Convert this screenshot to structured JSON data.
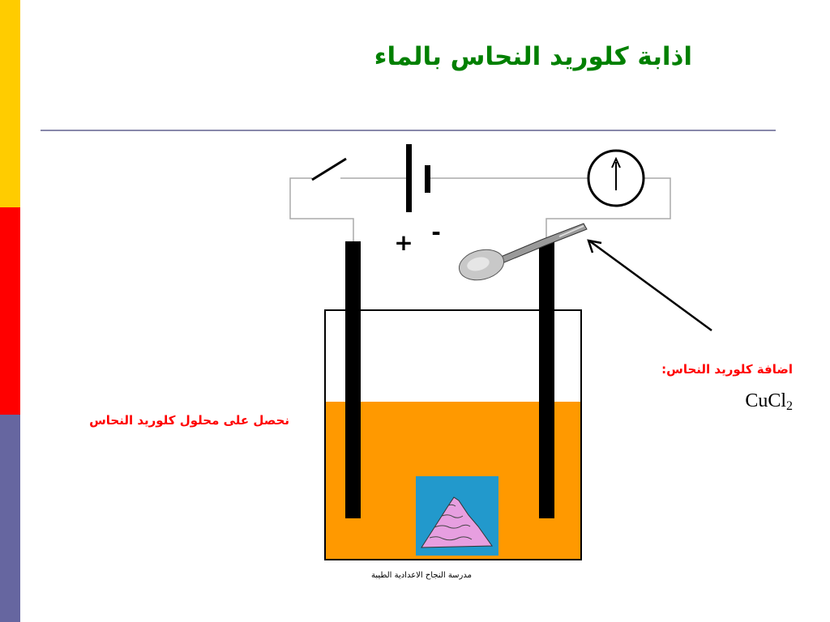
{
  "title": "اذابة كلوريد النحاس بالماء",
  "colors": {
    "bar_yellow": "#FFCC00",
    "bar_red": "#FF0000",
    "bar_blue": "#6666A0",
    "title": "#008000",
    "label_red": "#FF0000",
    "solution": "#FF9900",
    "crystal_bg": "#2299CC",
    "crystal": "#E79FE0"
  },
  "diagram": {
    "positive_sign": "+",
    "negative_sign": "-",
    "annotation_add": "اضافة كلوريد النحاس:",
    "formula_main": "CuCl",
    "formula_sub": "2",
    "annotation_result": "نحصل على محلول كلوريد النحاس"
  },
  "footer": "مدرسة النجاح الاعدادية الطيبة"
}
